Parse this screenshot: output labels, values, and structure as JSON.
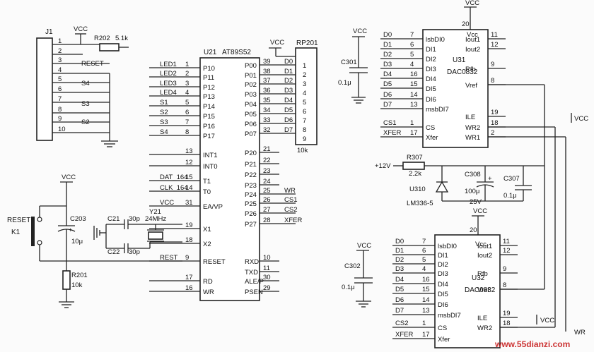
{
  "j1": {
    "name": "J1",
    "pins": [
      "1",
      "2",
      "3",
      "4",
      "5",
      "6",
      "7",
      "8",
      "9",
      "10"
    ],
    "signals": {
      "reset": "RESET",
      "s4": "S4",
      "s3": "S3",
      "s2": "S2"
    }
  },
  "r202": {
    "name": "R202",
    "value": "5.1k"
  },
  "vcc": "VCC",
  "u21": {
    "ref": "U21",
    "part": "AT89S52",
    "left_pins": [
      {
        "sig": "LED1",
        "num": "1",
        "name": "P10"
      },
      {
        "sig": "LED2",
        "num": "2",
        "name": "P11"
      },
      {
        "sig": "LED3",
        "num": "3",
        "name": "P12"
      },
      {
        "sig": "LED4",
        "num": "4",
        "name": "P13"
      },
      {
        "sig": "S1",
        "num": "5",
        "name": "P14"
      },
      {
        "sig": "S2",
        "num": "6",
        "name": "P15"
      },
      {
        "sig": "S3",
        "num": "7",
        "name": "P16"
      },
      {
        "sig": "S4",
        "num": "8",
        "name": "P17"
      },
      {
        "sig": "",
        "num": "13",
        "name": "INT1"
      },
      {
        "sig": "",
        "num": "12",
        "name": "INT0"
      },
      {
        "sig": "DAT_164",
        "num": "15",
        "name": "T1"
      },
      {
        "sig": "CLK_164",
        "num": "14",
        "name": "T0"
      },
      {
        "sig": "VCC",
        "num": "31",
        "name": "EA/VP"
      },
      {
        "sig": "",
        "num": "19",
        "name": "X1"
      },
      {
        "sig": "",
        "num": "18",
        "name": "X2"
      },
      {
        "sig": "REST",
        "num": "9",
        "name": "RESET"
      },
      {
        "sig": "",
        "num": "17",
        "name": "RD"
      },
      {
        "sig": "",
        "num": "16",
        "name": "WR"
      }
    ],
    "right_pins": [
      {
        "name": "P00",
        "num": "39",
        "sig": "D0"
      },
      {
        "name": "P01",
        "num": "38",
        "sig": "D1"
      },
      {
        "name": "P02",
        "num": "37",
        "sig": "D2"
      },
      {
        "name": "P03",
        "num": "36",
        "sig": "D3"
      },
      {
        "name": "P04",
        "num": "35",
        "sig": "D4"
      },
      {
        "name": "P05",
        "num": "34",
        "sig": "D5"
      },
      {
        "name": "P06",
        "num": "33",
        "sig": "D6"
      },
      {
        "name": "P07",
        "num": "32",
        "sig": "D7"
      },
      {
        "name": "P20",
        "num": "21",
        "sig": ""
      },
      {
        "name": "P21",
        "num": "22",
        "sig": ""
      },
      {
        "name": "P22",
        "num": "23",
        "sig": ""
      },
      {
        "name": "P23",
        "num": "24",
        "sig": ""
      },
      {
        "name": "P24",
        "num": "25",
        "sig": "WR"
      },
      {
        "name": "P25",
        "num": "26",
        "sig": "CS1"
      },
      {
        "name": "P26",
        "num": "27",
        "sig": "CS2"
      },
      {
        "name": "P27",
        "num": "28",
        "sig": "XFER"
      },
      {
        "name": "RXD",
        "num": "10",
        "sig": ""
      },
      {
        "name": "TXD",
        "num": "11",
        "sig": ""
      },
      {
        "name": "ALE/P",
        "num": "30",
        "sig": ""
      },
      {
        "name": "PSEN",
        "num": "29",
        "sig": ""
      }
    ]
  },
  "rp201": {
    "name": "RP201",
    "value": "10k",
    "pins": [
      "1",
      "2",
      "3",
      "4",
      "5",
      "6",
      "7",
      "8",
      "9"
    ]
  },
  "c301": {
    "name": "C301",
    "value": "0.1μ"
  },
  "c302": {
    "name": "C302",
    "value": "0.1μ"
  },
  "u31": {
    "ref": "U31",
    "part": "DAC0832",
    "left": [
      {
        "sig": "D0",
        "num": "7",
        "name": "lsbDI0"
      },
      {
        "sig": "D1",
        "num": "6",
        "name": "DI1"
      },
      {
        "sig": "D2",
        "num": "5",
        "name": "DI2"
      },
      {
        "sig": "D3",
        "num": "4",
        "name": "DI3"
      },
      {
        "sig": "D4",
        "num": "16",
        "name": "DI4"
      },
      {
        "sig": "D5",
        "num": "15",
        "name": "DI5"
      },
      {
        "sig": "D6",
        "num": "14",
        "name": "DI6"
      },
      {
        "sig": "D7",
        "num": "13",
        "name": "msbDI7"
      },
      {
        "sig": "CS1",
        "num": "1",
        "name": "CS"
      },
      {
        "sig": "XFER",
        "num": "17",
        "name": "Xfer"
      }
    ],
    "top_num": "20",
    "top_name": "Vcc",
    "right": [
      {
        "name": "Iout1",
        "num": "11"
      },
      {
        "name": "Iout2",
        "num": "12"
      },
      {
        "name": "Rfb",
        "num": "9"
      },
      {
        "name": "Vref",
        "num": "8"
      },
      {
        "name": "ILE",
        "num": "19"
      },
      {
        "name": "WR2",
        "num": "18"
      },
      {
        "name": "WR1",
        "num": "2"
      }
    ]
  },
  "u32": {
    "ref": "U32",
    "part": "DAC0832",
    "left": [
      {
        "sig": "D0",
        "num": "7",
        "name": "lsbDI0"
      },
      {
        "sig": "D1",
        "num": "6",
        "name": "DI1"
      },
      {
        "sig": "D2",
        "num": "5",
        "name": "DI2"
      },
      {
        "sig": "D3",
        "num": "4",
        "name": "DI3"
      },
      {
        "sig": "D4",
        "num": "16",
        "name": "DI4"
      },
      {
        "sig": "D5",
        "num": "15",
        "name": "DI5"
      },
      {
        "sig": "D6",
        "num": "14",
        "name": "DI6"
      },
      {
        "sig": "D7",
        "num": "13",
        "name": "msbDI7"
      },
      {
        "sig": "CS2",
        "num": "1",
        "name": "CS"
      },
      {
        "sig": "XFER",
        "num": "17",
        "name": "Xfer"
      }
    ],
    "top_num": "20",
    "top_name": "Vcc",
    "right": [
      {
        "name": "Iout1",
        "num": "11"
      },
      {
        "name": "Iout2",
        "num": "12"
      },
      {
        "name": "Rfb",
        "num": "9"
      },
      {
        "name": "Vref",
        "num": "8"
      },
      {
        "name": "ILE",
        "num": "19"
      },
      {
        "name": "WR2",
        "num": "18"
      }
    ]
  },
  "ref": {
    "supply": "+12V",
    "r307": {
      "name": "R307",
      "value": "2.2k"
    },
    "c308": {
      "name": "C308",
      "value": "100μ",
      "voltage": "25V"
    },
    "c307": {
      "name": "C307",
      "value": "0.1μ"
    },
    "u310": {
      "name": "U310",
      "part": "LM336-5"
    }
  },
  "reset": {
    "label": "RESET",
    "k1": "K1",
    "c203": {
      "name": "C203",
      "value": "10μ"
    },
    "r201": {
      "name": "R201",
      "value": "10k"
    }
  },
  "crystal": {
    "c21": {
      "name": "C21",
      "value": "30p"
    },
    "c22": {
      "name": "C22",
      "value": "30p"
    },
    "y21": {
      "name": "Y21",
      "freq": "24MHz"
    }
  },
  "wr_label": "WR",
  "watermark": "www.55dianzi.com"
}
